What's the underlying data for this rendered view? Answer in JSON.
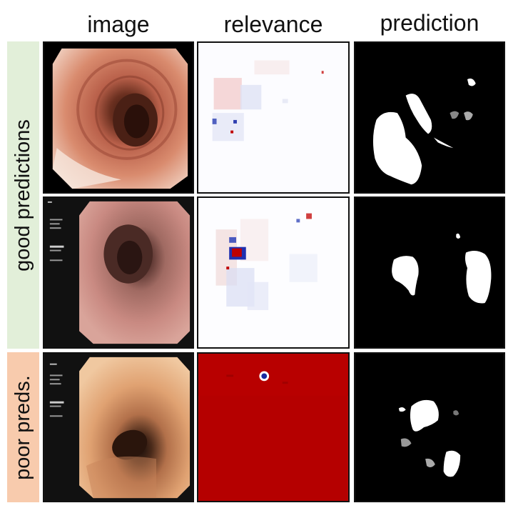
{
  "columns": {
    "image": "image",
    "relevance": "relevance",
    "prediction": "prediction"
  },
  "rows": {
    "good": "good predictions",
    "poor": "poor preds."
  },
  "colors": {
    "good_band": "#e2efd9",
    "poor_band": "#f8cbad",
    "relevance_positive": "#c00000",
    "relevance_negative": "#2f4fb0"
  }
}
